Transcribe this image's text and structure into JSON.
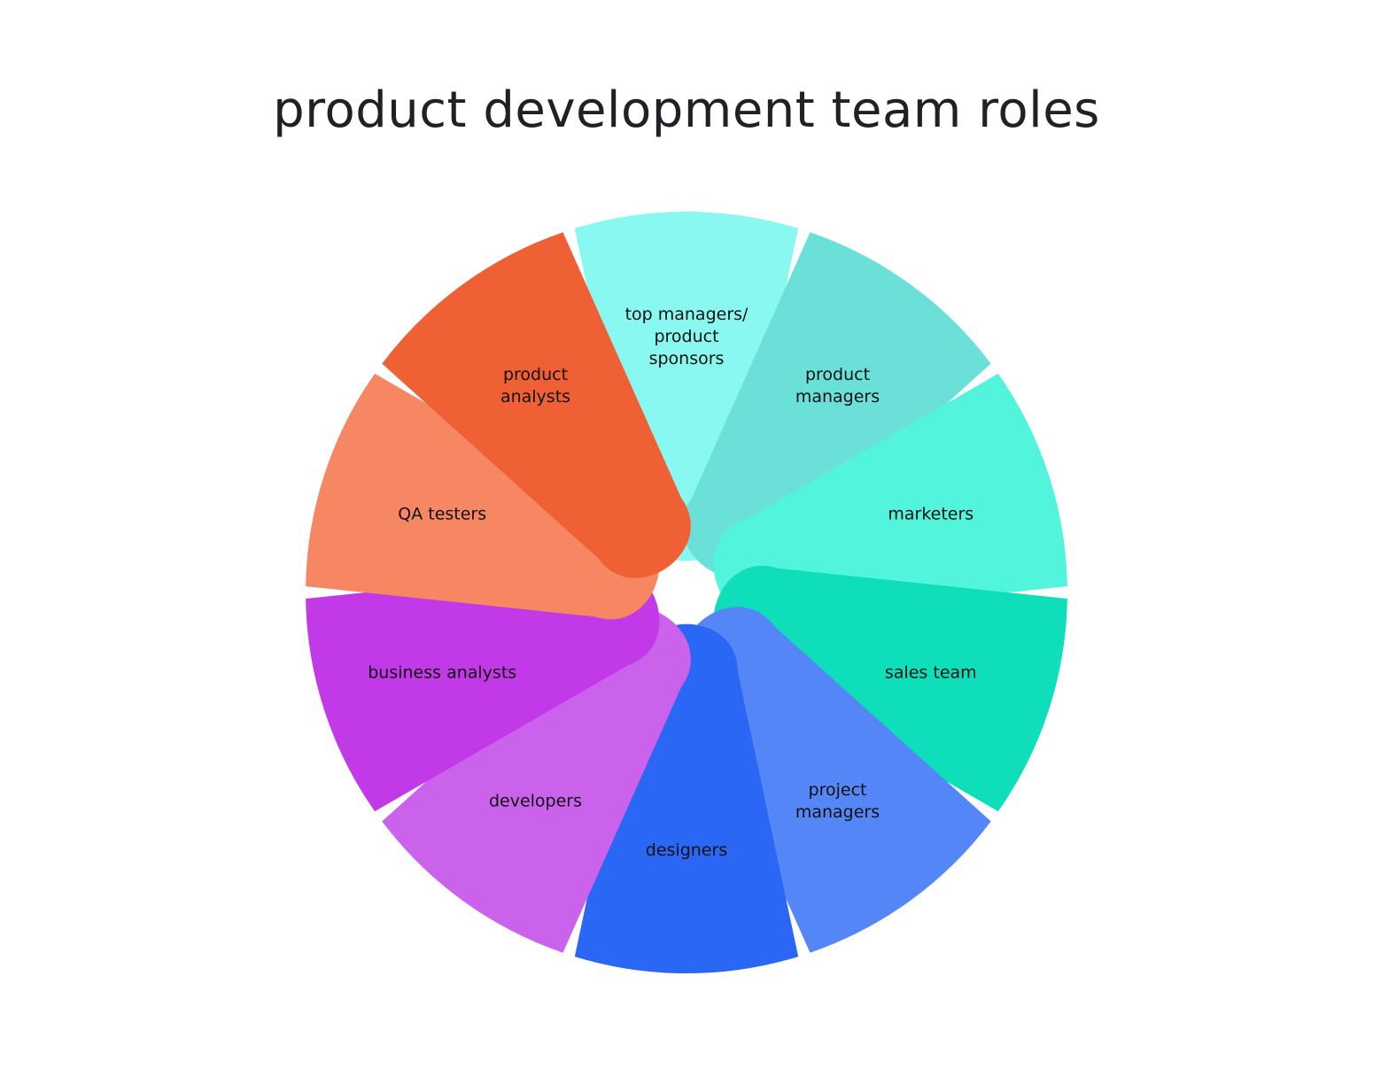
{
  "title": "product development team roles",
  "segments": [
    {
      "lines": [
        "top managers/",
        "product",
        "sponsors"
      ],
      "color": "#88F8F0"
    },
    {
      "lines": [
        "product",
        "managers"
      ],
      "color": "#6BE0D8"
    },
    {
      "lines": [
        "marketers"
      ],
      "color": "#52F5DB"
    },
    {
      "lines": [
        "sales team"
      ],
      "color": "#0EDFBA"
    },
    {
      "lines": [
        "project",
        "managers"
      ],
      "color": "#5586F7"
    },
    {
      "lines": [
        "designers"
      ],
      "color": "#2A67F4"
    },
    {
      "lines": [
        "developers"
      ],
      "color": "#CB62EC"
    },
    {
      "lines": [
        "business analysts"
      ],
      "color": "#C239E8"
    },
    {
      "lines": [
        "QA testers"
      ],
      "color": "#F78762"
    },
    {
      "lines": [
        "product",
        "analysts"
      ],
      "color": "#F06035"
    }
  ]
}
